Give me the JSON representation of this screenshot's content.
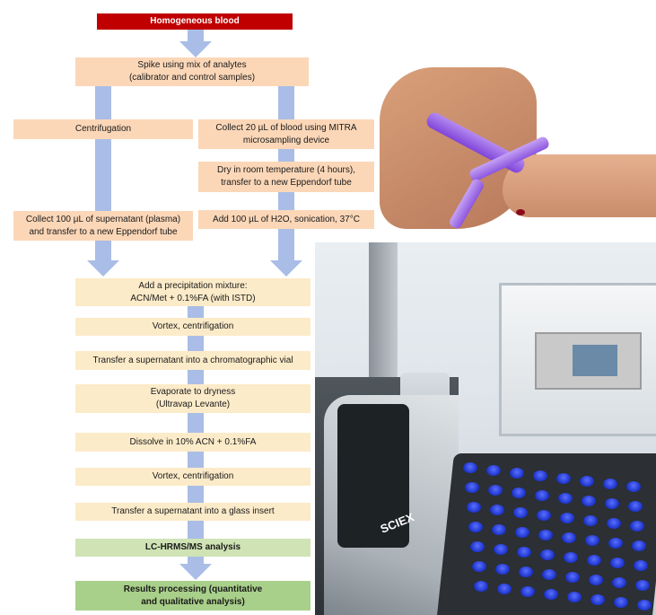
{
  "flow": {
    "start": "Homogeneous blood",
    "spike": "Spike using mix of analytes\n(calibrator and control samples)",
    "centrifugation": "Centrifugation",
    "collect_blood": "Collect 20 µL of blood using MITRA\nmicrosampling device",
    "dry": "Dry in room temperature (4 hours),\ntransfer to a new Eppendorf tube",
    "collect_plasma": "Collect 100 µL of supernatant (plasma)\nand transfer to a new Eppendorf tube",
    "add_h2o": "Add 100 µL of H2O, sonication, 37°C",
    "precipitation": "Add a precipitation mixture:\nACN/Met + 0.1%FA (with ISTD)",
    "vortex1": "Vortex, centrifigation",
    "transfer_vial": "Transfer a supernatant into a chromatographic vial",
    "evaporate": "Evaporate to dryness\n(Ultravap Levante)",
    "dissolve": "Dissolve in 10% ACN + 0.1%FA",
    "vortex2": "Vortex, centrifigation",
    "transfer_insert": "Transfer a supernatant into a glass insert",
    "analysis": "LC-HRMS/MS analysis",
    "results": "Results processing (quantitative\nand qualitative analysis)"
  },
  "photo": {
    "brand": "SCIEX"
  },
  "colors": {
    "arrow": "#a9bde6",
    "peach": "#fbd7b8",
    "cream": "#fcebc9",
    "green_light": "#cfe3b5",
    "green_dark": "#a9d08a",
    "red": "#c00000"
  }
}
